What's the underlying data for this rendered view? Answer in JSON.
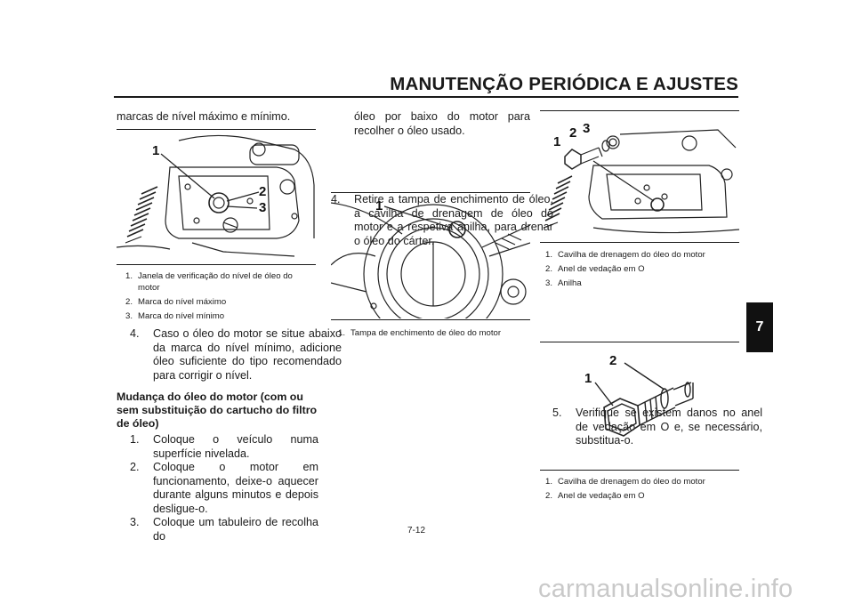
{
  "header": {
    "title": "MANUTENÇÃO PERIÓDICA E AJUSTES"
  },
  "col1": {
    "intro": "marcas de nível máximo e mínimo.",
    "figure1": {
      "callouts": [
        "1",
        "2",
        "3"
      ]
    },
    "caption1": [
      {
        "n": "1.",
        "text": "Janela de verificação do nível de óleo do motor"
      },
      {
        "n": "2.",
        "text": "Marca do nível máximo"
      },
      {
        "n": "3.",
        "text": "Marca do nível mínimo"
      }
    ],
    "step4": {
      "n": "4.",
      "text": "Caso o óleo do motor se situe abaixo da marca do nível mínimo, adicione óleo suficiente do tipo recomendado para corrigir o nível."
    },
    "subheading": "Mudança do óleo do motor (com ou sem substituição do cartucho do filtro de óleo)",
    "steps": [
      {
        "n": "1.",
        "text": "Coloque o veículo numa superfície nivelada."
      },
      {
        "n": "2.",
        "text": "Coloque o motor em funcionamento, deixe-o aquecer durante alguns minutos e depois desligue-o."
      },
      {
        "n": "3.",
        "text": "Coloque um tabuleiro de recolha do"
      }
    ]
  },
  "col2": {
    "continued": "óleo por baixo do motor para recolher o óleo usado.",
    "step4": {
      "n": "4.",
      "text": "Retire a tampa de enchimento de óleo, a cavilha de drenagem de óleo do motor e a respetiva anilha, para drenar o óleo do cárter."
    },
    "figure2": {
      "callouts": [
        "1"
      ]
    },
    "caption2": [
      {
        "n": "1.",
        "text": "Tampa de enchimento de óleo do motor"
      }
    ]
  },
  "col3": {
    "figure3": {
      "callouts": [
        "1",
        "2",
        "3"
      ]
    },
    "caption3": [
      {
        "n": "1.",
        "text": "Cavilha de drenagem do óleo do motor"
      },
      {
        "n": "2.",
        "text": "Anel de vedação em O"
      },
      {
        "n": "3.",
        "text": "Anilha"
      }
    ],
    "step5": {
      "n": "5.",
      "text": "Verifique se existem danos no anel de vedação em O e, se necessário, substitua-o."
    },
    "figure4": {
      "callouts": [
        "1",
        "2"
      ]
    },
    "caption4": [
      {
        "n": "1.",
        "text": "Cavilha de drenagem do óleo do motor"
      },
      {
        "n": "2.",
        "text": "Anel de vedação em O"
      }
    ]
  },
  "side_tab": {
    "label": "7"
  },
  "footer": {
    "page_number": "7-12",
    "watermark": "carmanualsonline.info"
  }
}
